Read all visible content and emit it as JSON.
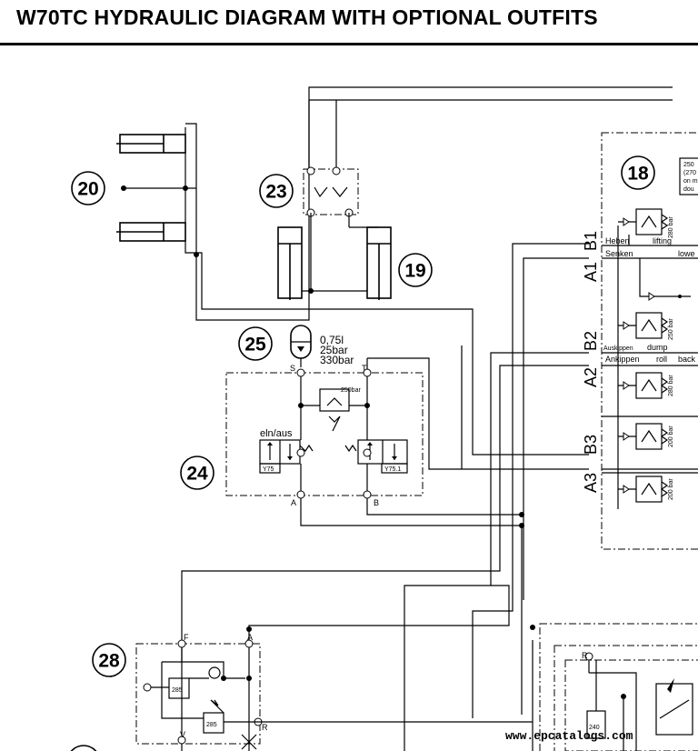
{
  "title": "W70TC HYDRAULIC DIAGRAM WITH OPTIONAL OUTFITS",
  "callouts": [
    "20",
    "23",
    "19",
    "25",
    "24",
    "18",
    "28"
  ],
  "accumulator": {
    "line1": "0,75l",
    "line2": "25bar",
    "line3": "330bar"
  },
  "valve24": {
    "port_s": "S",
    "port_t": "T",
    "port_a": "A",
    "port_b": "B",
    "relief": "250bar",
    "mode": "eln/aus",
    "solenoid_left": "Y75",
    "solenoid_right": "Y75.1"
  },
  "valve18": {
    "ports": [
      "B1",
      "A1",
      "B2",
      "A2",
      "B3",
      "A3"
    ],
    "pressures": [
      "280 bar",
      "250 bar",
      "280 bar",
      "200 bar",
      "200 bar"
    ],
    "sec1": {
      "left_top": "Heben",
      "right_top": "lifting",
      "left_bottom": "Senken",
      "right_bottom": "lowe"
    },
    "sec2": {
      "left_top": "Auskippen",
      "right_top": "dump",
      "left_bottom": "Ankippen",
      "right_bottom": "roll",
      "right_bottom2": "back"
    },
    "note": [
      "250",
      "(270",
      "on m",
      "dou"
    ]
  },
  "valve28": {
    "port_f": "F",
    "port_a": "A",
    "port_r": "R",
    "port_v": "V",
    "val1": "285",
    "val2": "285"
  },
  "lower_right": {
    "port_r": "R",
    "val": "240"
  },
  "watermark": "www.epcatalogs.com"
}
